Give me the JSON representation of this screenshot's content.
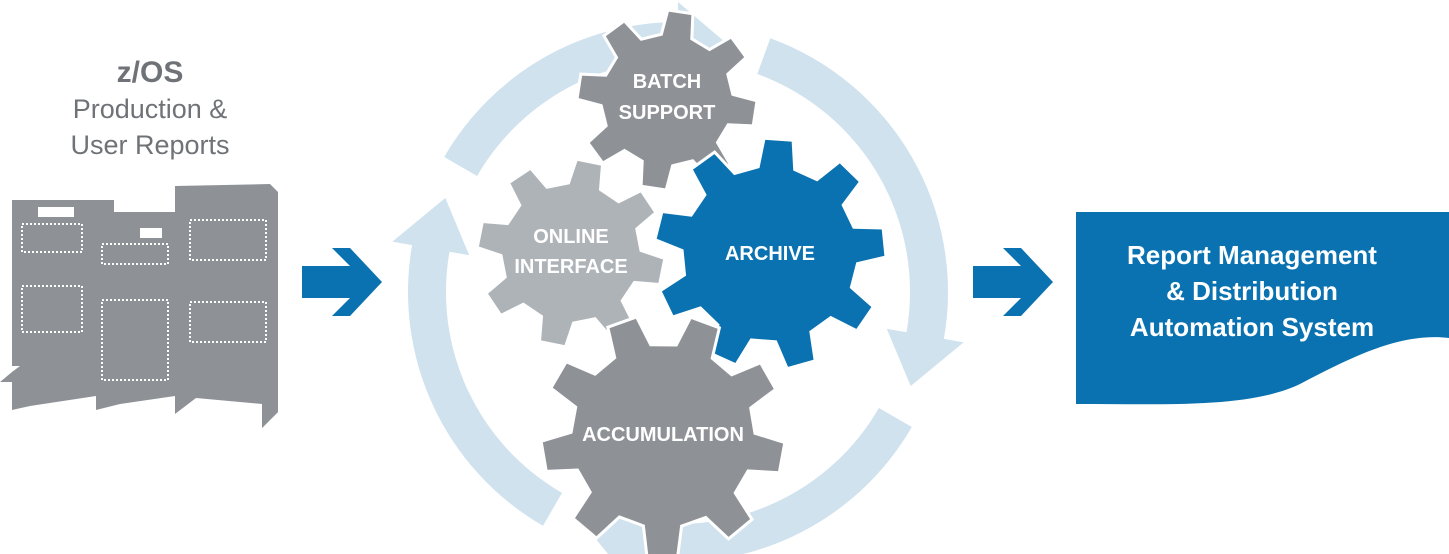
{
  "source": {
    "title": "z/OS",
    "line1": "Production &",
    "line2": "User Reports"
  },
  "gears": {
    "batch": {
      "line1": "BATCH",
      "line2": "SUPPORT"
    },
    "online": {
      "line1": "ONLINE",
      "line2": "INTERFACE"
    },
    "archive": {
      "label": "ARCHIVE"
    },
    "accumulation": {
      "label": "ACCUMULATION"
    }
  },
  "output": {
    "line1": "Report Management",
    "line2": "& Distribution",
    "line3": "Automation System"
  },
  "colors": {
    "cycle": "#cfe2ee",
    "gear_gray": "#8e9297",
    "gear_light": "#aeb3b8",
    "gear_blue": "#0a72b0",
    "arrow_blue": "#0a72b0",
    "server_gray": "#8e9297",
    "text_gray": "#6f7378"
  }
}
